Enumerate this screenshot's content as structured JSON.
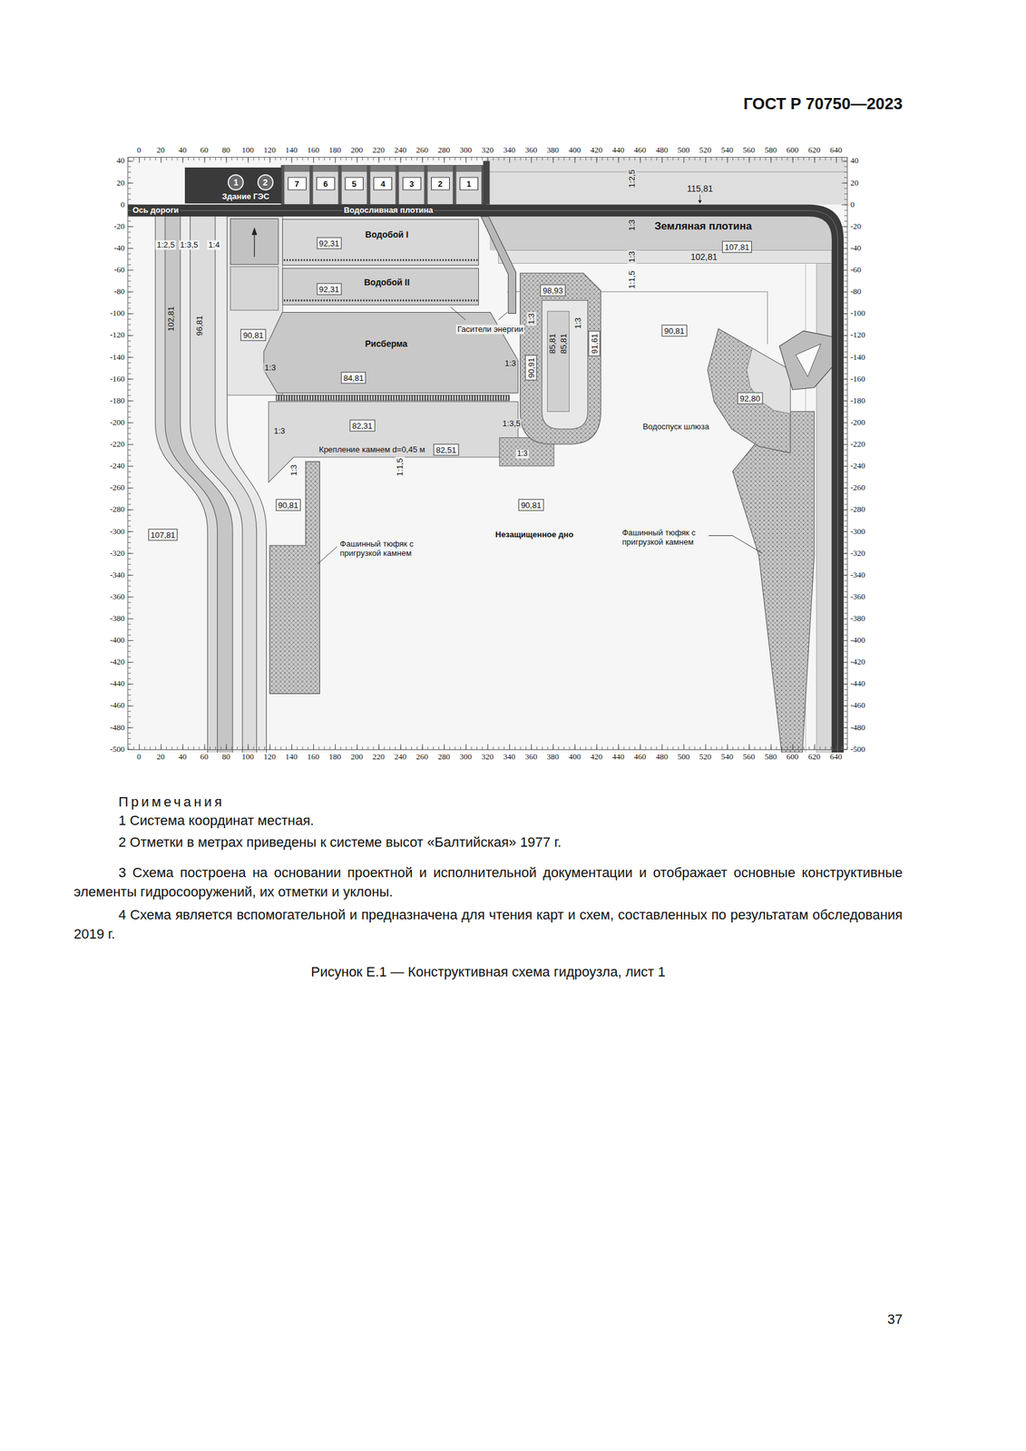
{
  "diagram": {
    "caption": "Рисунок Е.1 — Конструктивная схема гидроузла, лист 1",
    "nodes": [
      {
        "text": [
          "Здание ГЭС"
        ]
      },
      {
        "text": [
          "1"
        ],
        "in": 0
      },
      {
        "text": [
          "2"
        ],
        "in": 0
      },
      {
        "text": [
          "7"
        ]
      },
      {
        "text": [
          "6"
        ]
      },
      {
        "text": [
          "5"
        ]
      },
      {
        "text": [
          "4"
        ]
      },
      {
        "text": [
          "3"
        ]
      },
      {
        "text": [
          "2"
        ]
      },
      {
        "text": [
          "1"
        ]
      },
      {
        "text": [
          "Водобой I"
        ]
      },
      {
        "text": [
          "92,31"
        ],
        "in": 10
      },
      {
        "text": [
          "Водобой II"
        ]
      },
      {
        "text": [
          "92,31"
        ],
        "in": 12
      },
      {
        "text": [
          "90,81"
        ]
      },
      {
        "text": [
          "Рисберма"
        ]
      },
      {
        "text": [
          "84,81"
        ],
        "in": 15
      },
      {
        "text": [
          "82,31"
        ]
      },
      {
        "text": [
          "82,51"
        ]
      },
      {
        "text": [
          "90,81"
        ]
      },
      {
        "text": [
          "90,81"
        ]
      },
      {
        "text": [
          "107,81"
        ]
      },
      {
        "text": [
          "107,81"
        ]
      },
      {
        "text": [
          "98,93"
        ]
      },
      {
        "text": [
          "90,81"
        ]
      },
      {
        "text": [
          "91,61"
        ]
      },
      {
        "text": [
          "90,91"
        ]
      },
      {
        "text": [
          "92,80"
        ]
      }
    ],
    "labels": [
      "ГОСТ Р 70750—2023",
      "0",
      "20",
      "40",
      "60",
      "80",
      "100",
      "120",
      "140",
      "160",
      "180",
      "200",
      "220",
      "240",
      "260",
      "280",
      "300",
      "320",
      "340",
      "360",
      "380",
      "400",
      "420",
      "440",
      "460",
      "480",
      "500",
      "520",
      "540",
      "560",
      "580",
      "600",
      "620",
      "640",
      "40",
      "20",
      "0",
      "-20",
      "-40",
      "-60",
      "-80",
      "-100",
      "-120",
      "-140",
      "-160",
      "-180",
      "-200",
      "-220",
      "-240",
      "-260",
      "-280",
      "-300",
      "-320",
      "-340",
      "-360",
      "-380",
      "-400",
      "-420",
      "-440",
      "-460",
      "-480",
      "-500",
      "40",
      "20",
      "0",
      "-20",
      "-40",
      "-60",
      "-80",
      "-100",
      "-120",
      "-140",
      "-160",
      "-180",
      "-200",
      "-220",
      "-240",
      "-260",
      "-280",
      "-300",
      "-320",
      "-340",
      "-360",
      "-380",
      "-400",
      "-420",
      "-440",
      "-460",
      "-480",
      "-500",
      "0",
      "20",
      "40",
      "60",
      "80",
      "100",
      "120",
      "140",
      "160",
      "180",
      "200",
      "220",
      "240",
      "260",
      "280",
      "300",
      "320",
      "340",
      "360",
      "380",
      "400",
      "420",
      "440",
      "460",
      "480",
      "500",
      "520",
      "540",
      "560",
      "580",
      "600",
      "620",
      "640",
      "Ось дороги",
      "Водосливная плотина",
      "Земляная плотина",
      "115,81",
      "1:2,5",
      "1:3",
      "1:3",
      "1:1,5",
      "102,81",
      "1:2,5",
      "1:3,5",
      "1:4",
      "102,81",
      "96,81",
      "Гасители энергии",
      "1:3",
      "1:3",
      "1:3",
      "1:3",
      "85,81",
      "85,81",
      "1:3",
      "1:3,5",
      "Крепление камнем d=0,45 м",
      "1:1,5",
      "1:3",
      "1:3",
      "Незащищенное дно",
      "Фашинный тюфяк с пригрузкой камнем",
      "Фашинный тюфяк с пригрузкой камнем",
      "Водоспуск шлюза",
      "Примечания",
      "1 Система координат местная.",
      "2 Отметки в метрах приведены к системе высот «Балтийская» 1977 г.",
      "3 Схема построена на основании проектной и исполнительной документации и отображает основные конструктивные элементы гидросооружений, их отметки и уклоны.",
      "4 Схема является вспомогательной и предназначена для чтения карт и схем, составленных по результатам обследования 2019 г.",
      "37"
    ]
  }
}
